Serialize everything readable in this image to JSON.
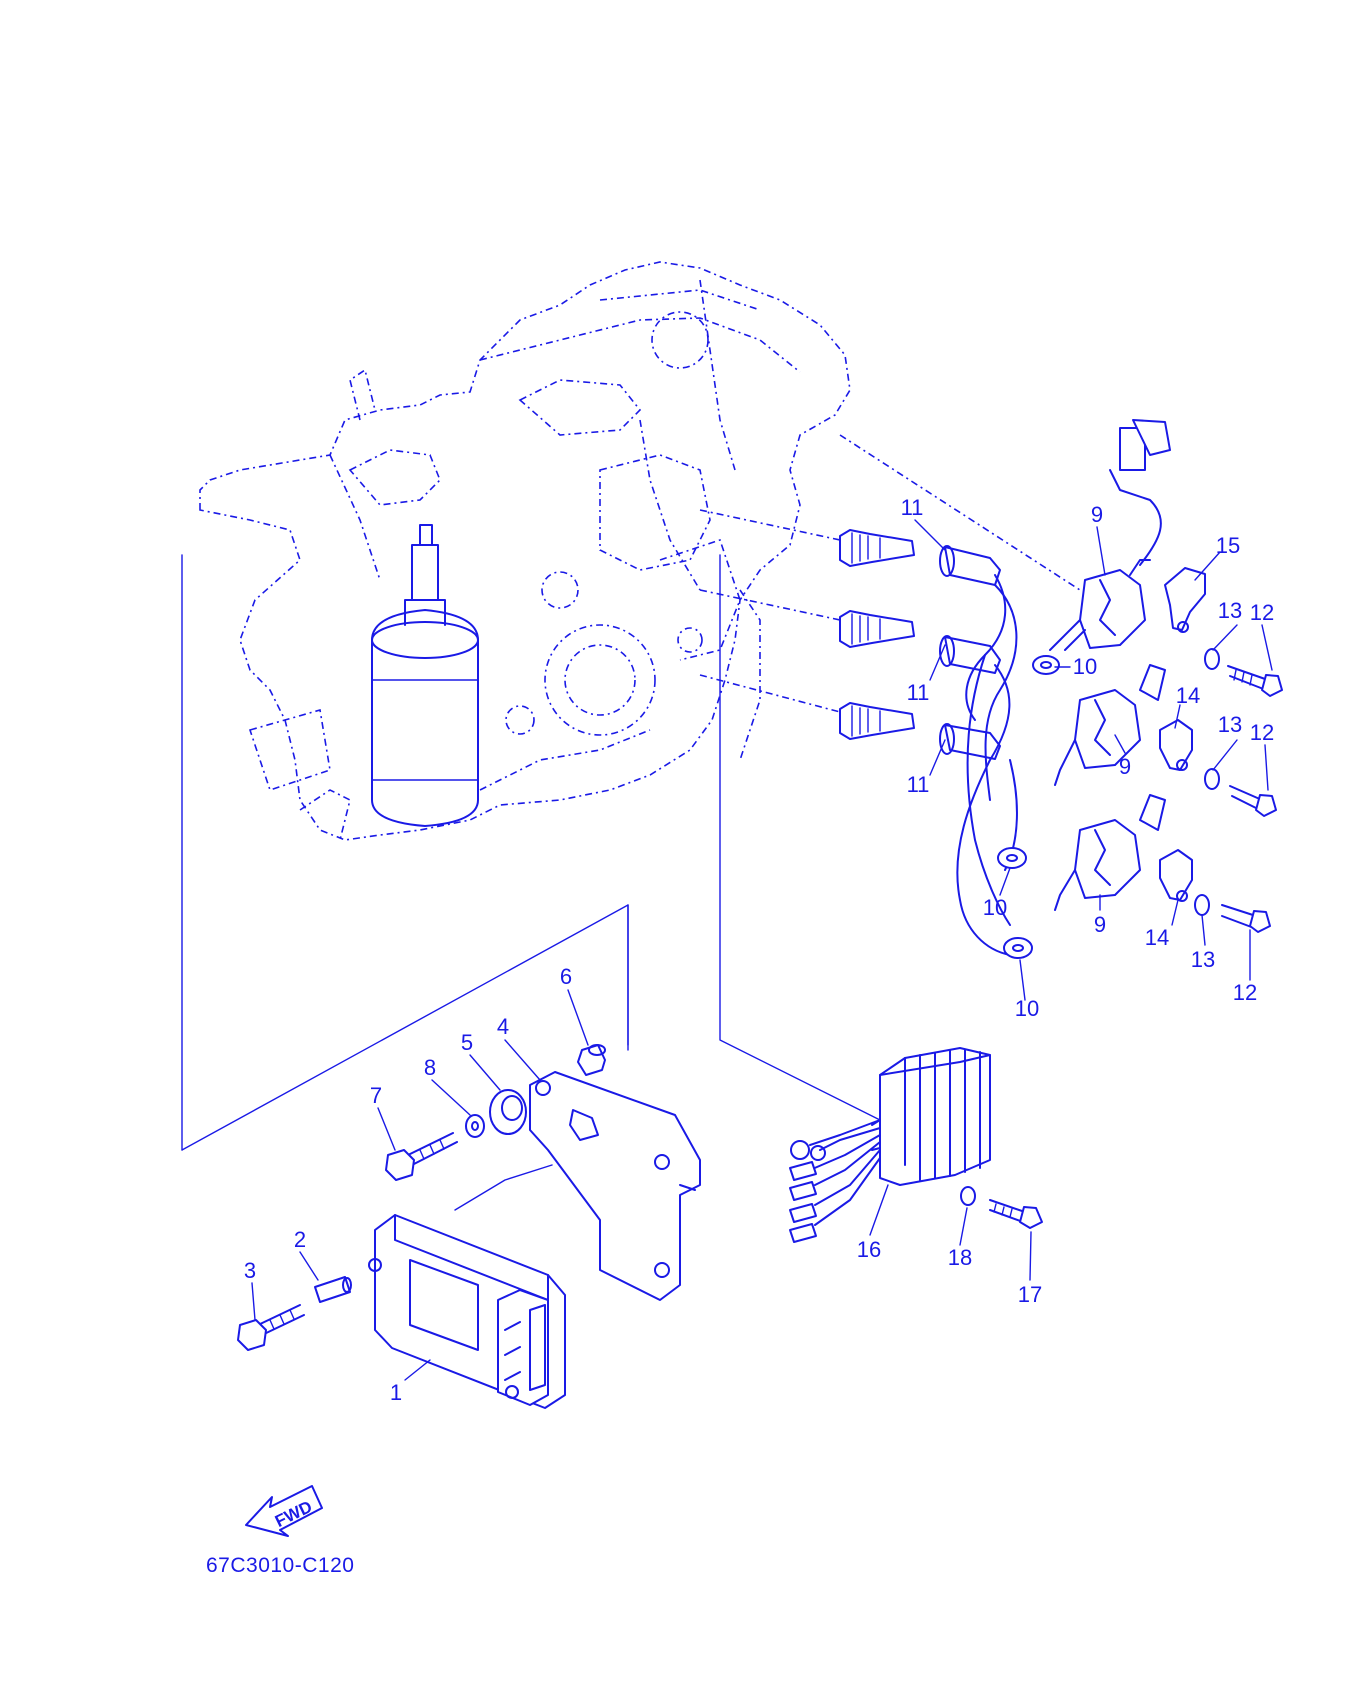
{
  "diagram": {
    "code": "67C3010-C120",
    "fwd_label": "FWD",
    "line_color": "#1a1ae6",
    "callouts": [
      "1",
      "2",
      "3",
      "4",
      "5",
      "6",
      "7",
      "8",
      "9",
      "9",
      "9",
      "10",
      "10",
      "10",
      "11",
      "11",
      "11",
      "12",
      "12",
      "12",
      "13",
      "13",
      "13",
      "14",
      "14",
      "15",
      "16",
      "17",
      "18"
    ]
  }
}
